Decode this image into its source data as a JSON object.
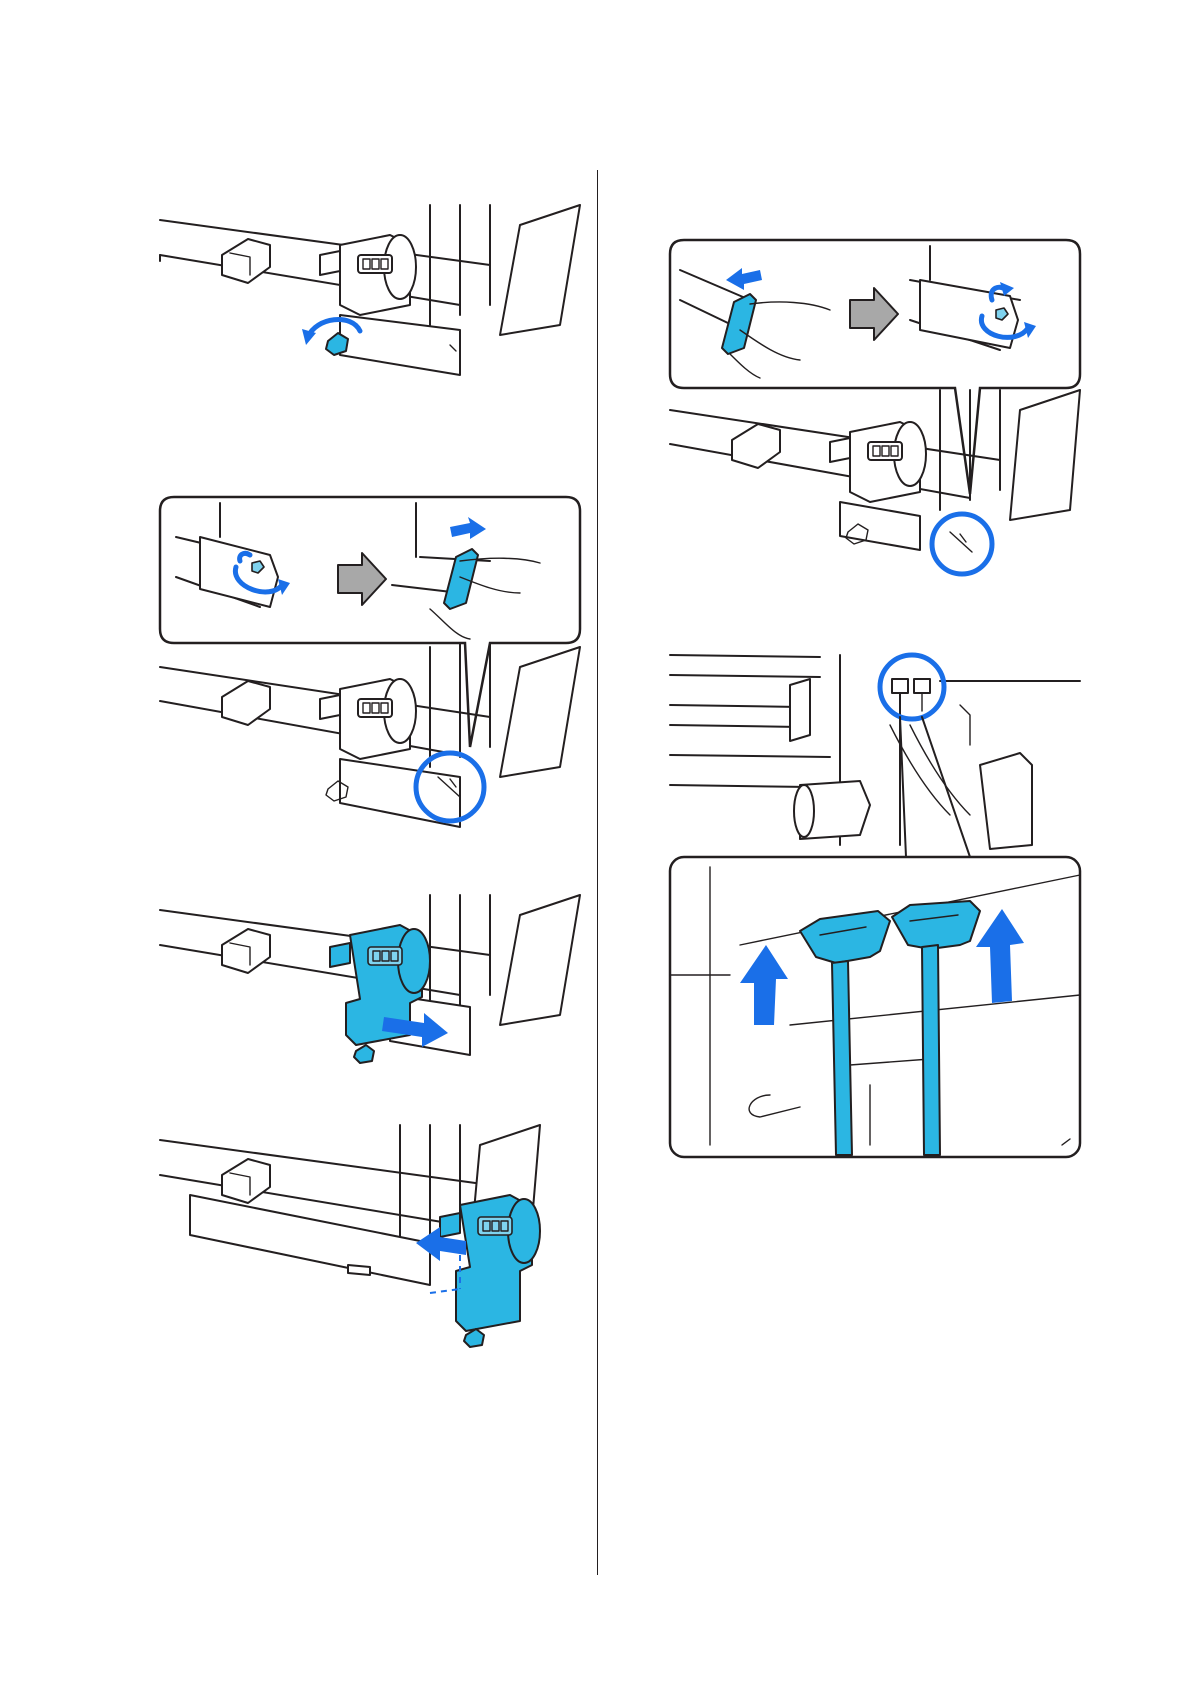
{
  "page": {
    "background": "#ffffff"
  },
  "colors": {
    "part_highlight": "#2bb6e3",
    "arrow_blue": "#1a6fe8",
    "step_arrow_grey": "#a8a8a8",
    "line": "#231f20"
  },
  "figures": [
    {
      "id": "fig-1",
      "icon": "loosen-knob-illustration"
    },
    {
      "id": "fig-2",
      "icon": "remove-stopper-illustration"
    },
    {
      "id": "fig-3",
      "icon": "slide-unit-out-illustration"
    },
    {
      "id": "fig-4",
      "icon": "attach-unit-illustration"
    },
    {
      "id": "fig-5",
      "icon": "reattach-stopper-illustration"
    },
    {
      "id": "fig-6",
      "icon": "disconnect-cables-illustration"
    }
  ]
}
